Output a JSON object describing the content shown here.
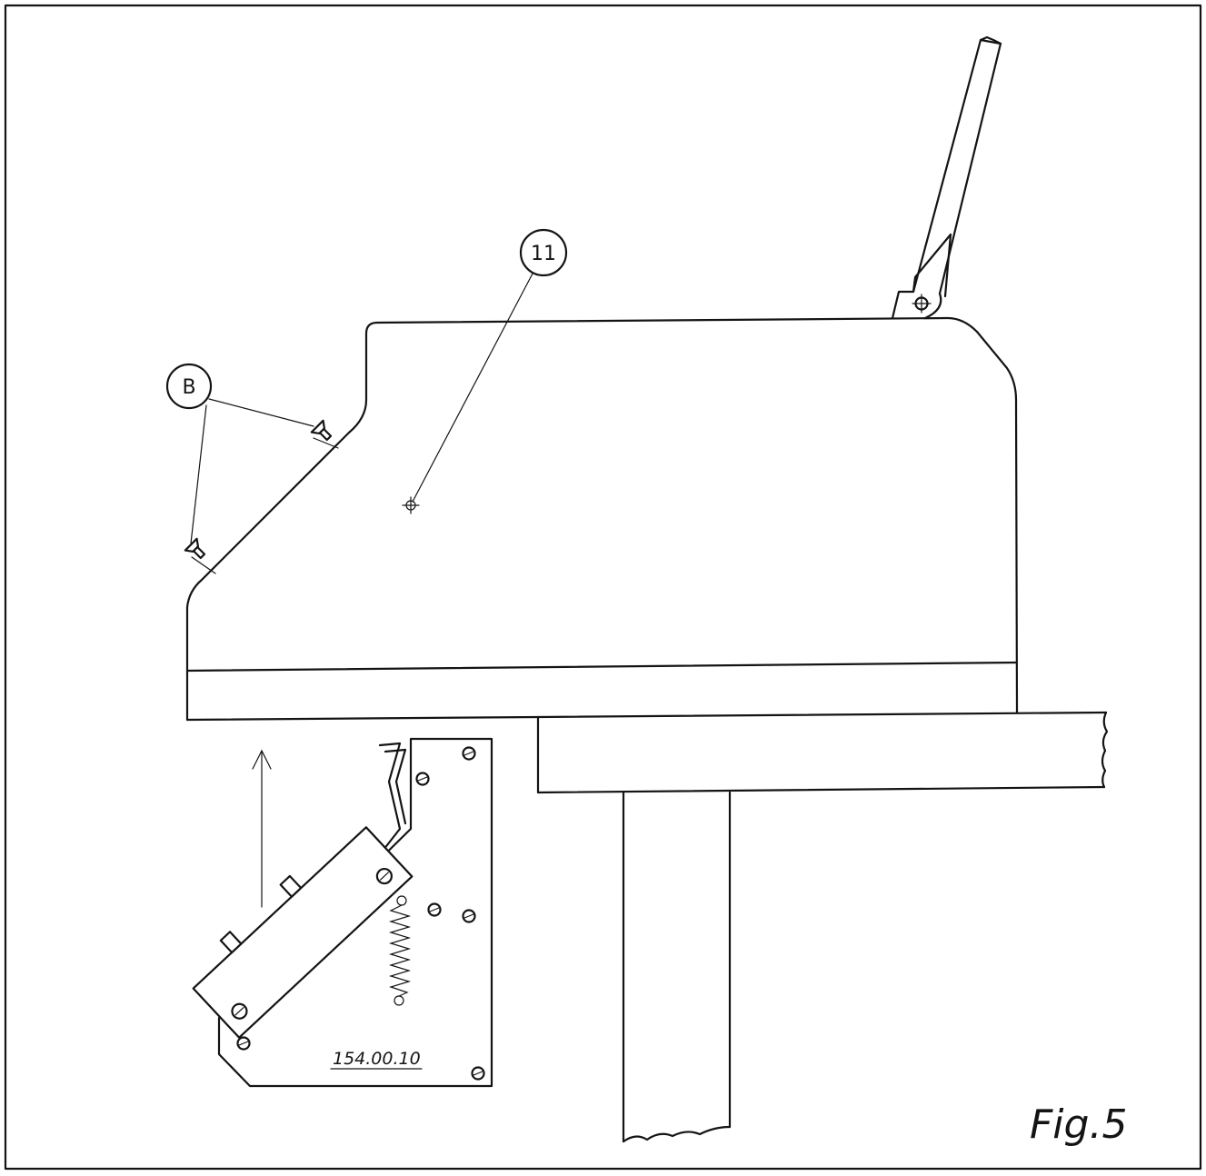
{
  "callouts": {
    "b_label": "B",
    "eleven_label": "11"
  },
  "part_number": "154.00.10",
  "figure_label": "Fig.5",
  "colors": {
    "ink": "#141414",
    "paper": "#ffffff"
  }
}
